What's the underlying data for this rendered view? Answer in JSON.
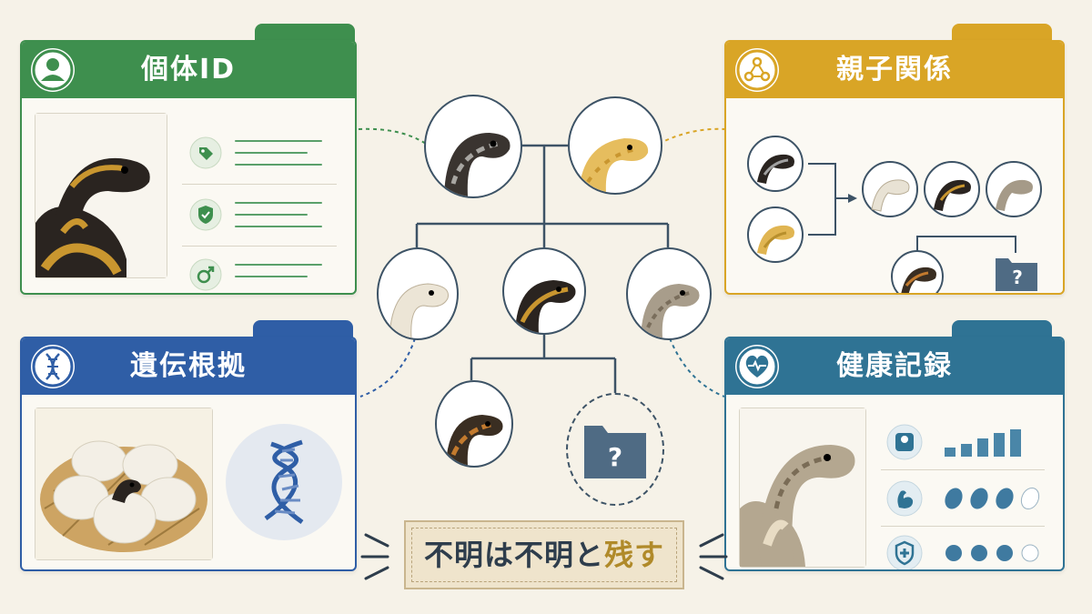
{
  "panels": {
    "identity": {
      "title": "個体ID",
      "color": "#3e8f4e",
      "icon": "person-icon",
      "fields": [
        "tag-icon",
        "shield-check-icon",
        "male-icon"
      ]
    },
    "parentage": {
      "title": "親子関係",
      "color": "#d9a526",
      "icon": "network-icon",
      "unknown_symbol": "?"
    },
    "genetics": {
      "title": "遺伝根拠",
      "color": "#2f5ea6",
      "icon": "dna-icon"
    },
    "health": {
      "title": "健康記録",
      "color": "#2f7394",
      "icon": "heart-pulse-icon",
      "metrics": [
        "scale-icon",
        "muscle-icon",
        "shield-plus-icon"
      ]
    }
  },
  "pedigree": {
    "unknown_symbol": "?"
  },
  "callout": {
    "text_main": "不明は不明と",
    "text_accent": "残す"
  }
}
